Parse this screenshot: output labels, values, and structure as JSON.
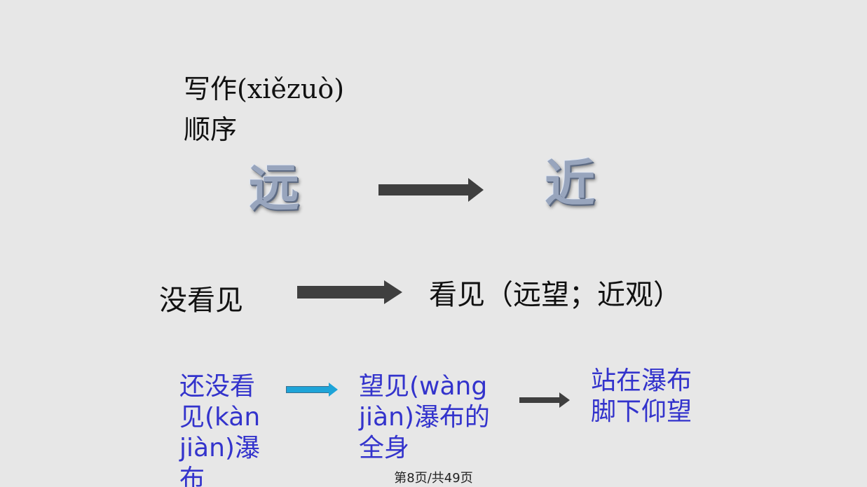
{
  "slide": {
    "heading": "写作(xiězuò)顺序",
    "far_char": "远",
    "near_char": "近",
    "not_seen": "没看见",
    "seen_detail": "看见（远望；近观）",
    "step1": "还没看见(kàn jiàn)瀑布",
    "step2": "望见(wàng jiàn)瀑布的全身",
    "step3": "站在瀑布脚下仰望"
  },
  "footer": {
    "page_indicator": "第8页/共49页"
  },
  "colors": {
    "background": "#e7e7e7",
    "dark_arrow": "#3f3f3f",
    "blue_arrow": "#1ea4d8",
    "blue_text": "#3333cc",
    "relief_char": "#98a5bd"
  }
}
